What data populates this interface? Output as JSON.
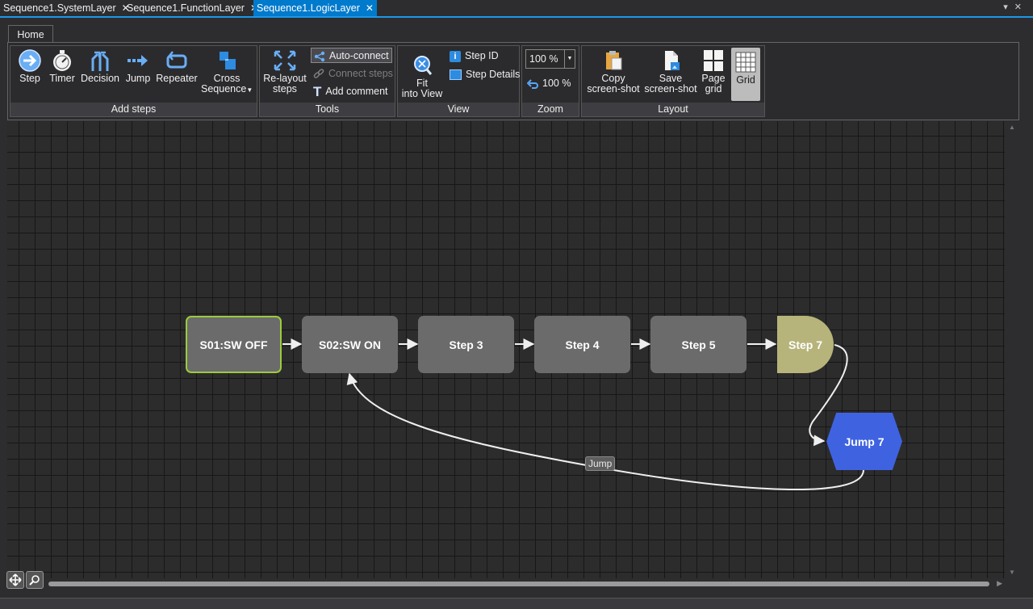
{
  "doc_tabs": [
    {
      "label": "Sequence1.SystemLayer",
      "active": false
    },
    {
      "label": "Sequence1.FunctionLayer",
      "active": false
    },
    {
      "label": "Sequence1.LogicLayer",
      "active": true
    }
  ],
  "window_controls": {
    "dropdown": "▾",
    "close": "✕"
  },
  "ribbon": {
    "tab": "Home",
    "groups": {
      "add_steps": {
        "label": "Add steps",
        "step": "Step",
        "timer": "Timer",
        "decision": "Decision",
        "jump": "Jump",
        "repeater": "Repeater",
        "cross_line1": "Cross",
        "cross_line2": "Sequence"
      },
      "tools": {
        "label": "Tools",
        "relayout_line1": "Re-layout",
        "relayout_line2": "steps",
        "auto_connect": "Auto-connect",
        "connect_steps": "Connect steps",
        "add_comment": "Add comment"
      },
      "view": {
        "label": "View",
        "fit_line1": "Fit",
        "fit_line2": "into View",
        "step_id": "Step ID",
        "step_details": "Step Details"
      },
      "zoom": {
        "label": "Zoom",
        "value": "100 %",
        "reset": "100 %"
      },
      "layout": {
        "label": "Layout",
        "copy_line1": "Copy",
        "copy_line2": "screen-shot",
        "save_line1": "Save",
        "save_line2": "screen-shot",
        "page_line1": "Page",
        "page_line2": "grid",
        "grid": "Grid"
      }
    }
  },
  "flow": {
    "nodes": {
      "s01": "S01:SW OFF",
      "s02": "S02:SW ON",
      "step3": "Step 3",
      "step4": "Step 4",
      "step5": "Step 5",
      "step7": "Step 7",
      "jump7": "Jump 7"
    },
    "jump_link_label": "Jump"
  },
  "colors": {
    "accent": "#007acc",
    "start_border": "#9ccc3a",
    "step_fill": "#6b6b6b",
    "final_fill": "#b6b47a",
    "jump_fill": "#3f63e0"
  }
}
